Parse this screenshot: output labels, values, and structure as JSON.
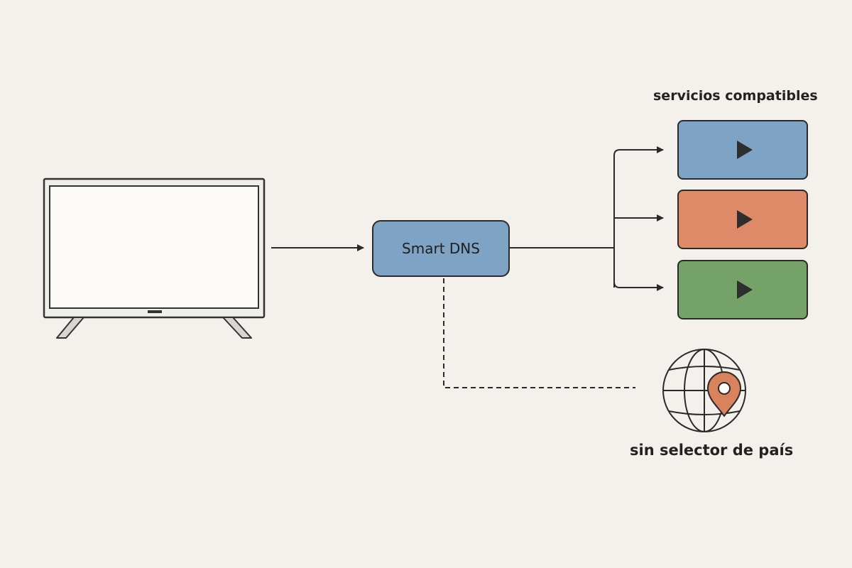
{
  "diagram": {
    "dns_label": "Smart DNS",
    "services_heading": "servicios compatibles",
    "no_country_label": "sin selector de país"
  },
  "colors": {
    "background": "#f4f1ec",
    "dns_box": "#7fa3c4",
    "service_blue": "#7fa3c4",
    "service_orange": "#de8a68",
    "service_green": "#74a268",
    "location_pin": "#d9825e"
  },
  "services": [
    {
      "color_key": "service_blue",
      "icon": "play-icon"
    },
    {
      "color_key": "service_orange",
      "icon": "play-icon"
    },
    {
      "color_key": "service_green",
      "icon": "play-icon"
    }
  ]
}
